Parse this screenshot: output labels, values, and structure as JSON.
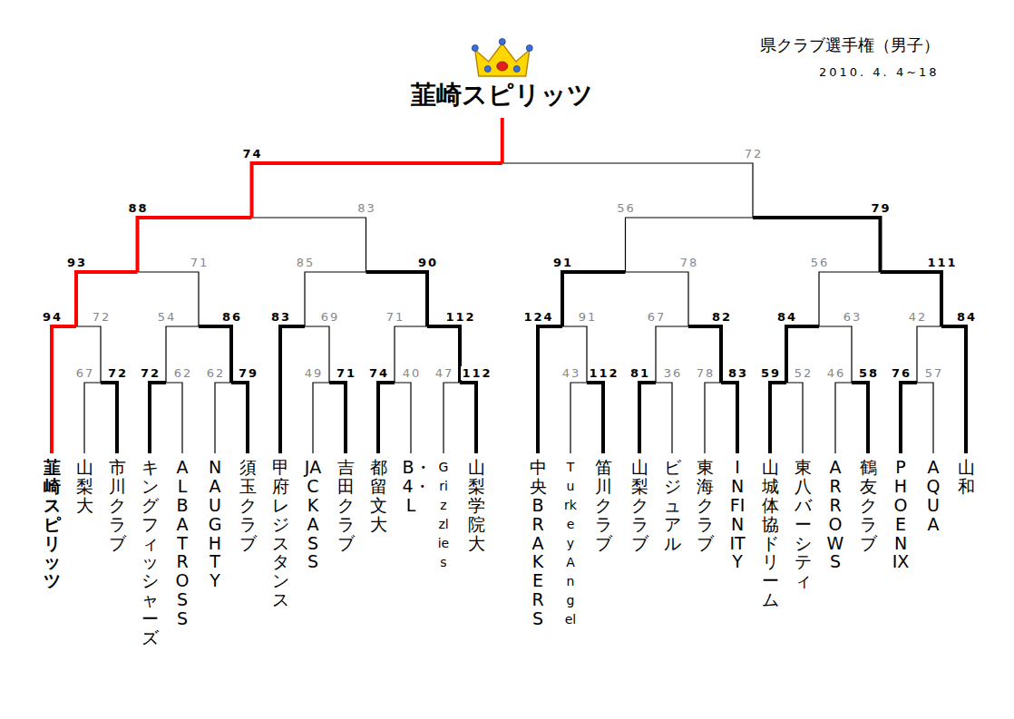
{
  "diagram": {
    "title": "県クラブ選手権（男子）",
    "nodes": [
      {
        "text": [
          "韮崎スピリッツ"
        ]
      },
      {
        "text": [
          "韮崎スピリッツ"
        ]
      },
      {
        "text": [
          "山梨大"
        ]
      },
      {
        "text": [
          "市川クラブ"
        ]
      },
      {
        "text": [
          "キングフィッシャーズ"
        ]
      },
      {
        "text": [
          "ALBATROSS"
        ]
      },
      {
        "text": [
          "NAUGHTY"
        ]
      },
      {
        "text": [
          "須玉クラブ"
        ]
      },
      {
        "text": [
          "甲府レジスタンス"
        ]
      },
      {
        "text": [
          "JACKASS"
        ]
      },
      {
        "text": [
          "吉田クラブ"
        ]
      },
      {
        "text": [
          "都留文大"
        ]
      },
      {
        "text": [
          "B・4・L"
        ]
      },
      {
        "text": [
          "Grizzlies"
        ]
      },
      {
        "text": [
          "山梨学院大"
        ]
      },
      {
        "text": [
          "中央BRAKERS"
        ]
      },
      {
        "text": [
          "Turkey Angel"
        ]
      },
      {
        "text": [
          "笛川クラブ"
        ]
      },
      {
        "text": [
          "山梨クラブ"
        ]
      },
      {
        "text": [
          "ビジュアル"
        ]
      },
      {
        "text": [
          "東海クラブ"
        ]
      },
      {
        "text": [
          "INFINITY"
        ]
      },
      {
        "text": [
          "山城体協ドリーム"
        ]
      },
      {
        "text": [
          "東八バーシティ"
        ]
      },
      {
        "text": [
          "ARROWS"
        ]
      },
      {
        "text": [
          "鶴友クラブ"
        ]
      },
      {
        "text": [
          "PHOENIX"
        ]
      },
      {
        "text": [
          "AQUA"
        ]
      },
      {
        "text": [
          "山和"
        ]
      }
    ],
    "labels": [
      "2010. 4. 4~18",
      "74",
      "72",
      "88",
      "83",
      "56",
      "79",
      "93",
      "71",
      "85",
      "90",
      "91",
      "78",
      "56",
      "111",
      "94",
      "72",
      "54",
      "86",
      "83",
      "69",
      "71",
      "112",
      "124",
      "91",
      "67",
      "82",
      "84",
      "63",
      "42",
      "84",
      "67",
      "72",
      "72",
      "62",
      "62",
      "79",
      "49",
      "71",
      "74",
      "40",
      "47",
      "112",
      "43",
      "112",
      "81",
      "36",
      "78",
      "83",
      "59",
      "52",
      "46",
      "58",
      "76",
      "57"
    ]
  }
}
